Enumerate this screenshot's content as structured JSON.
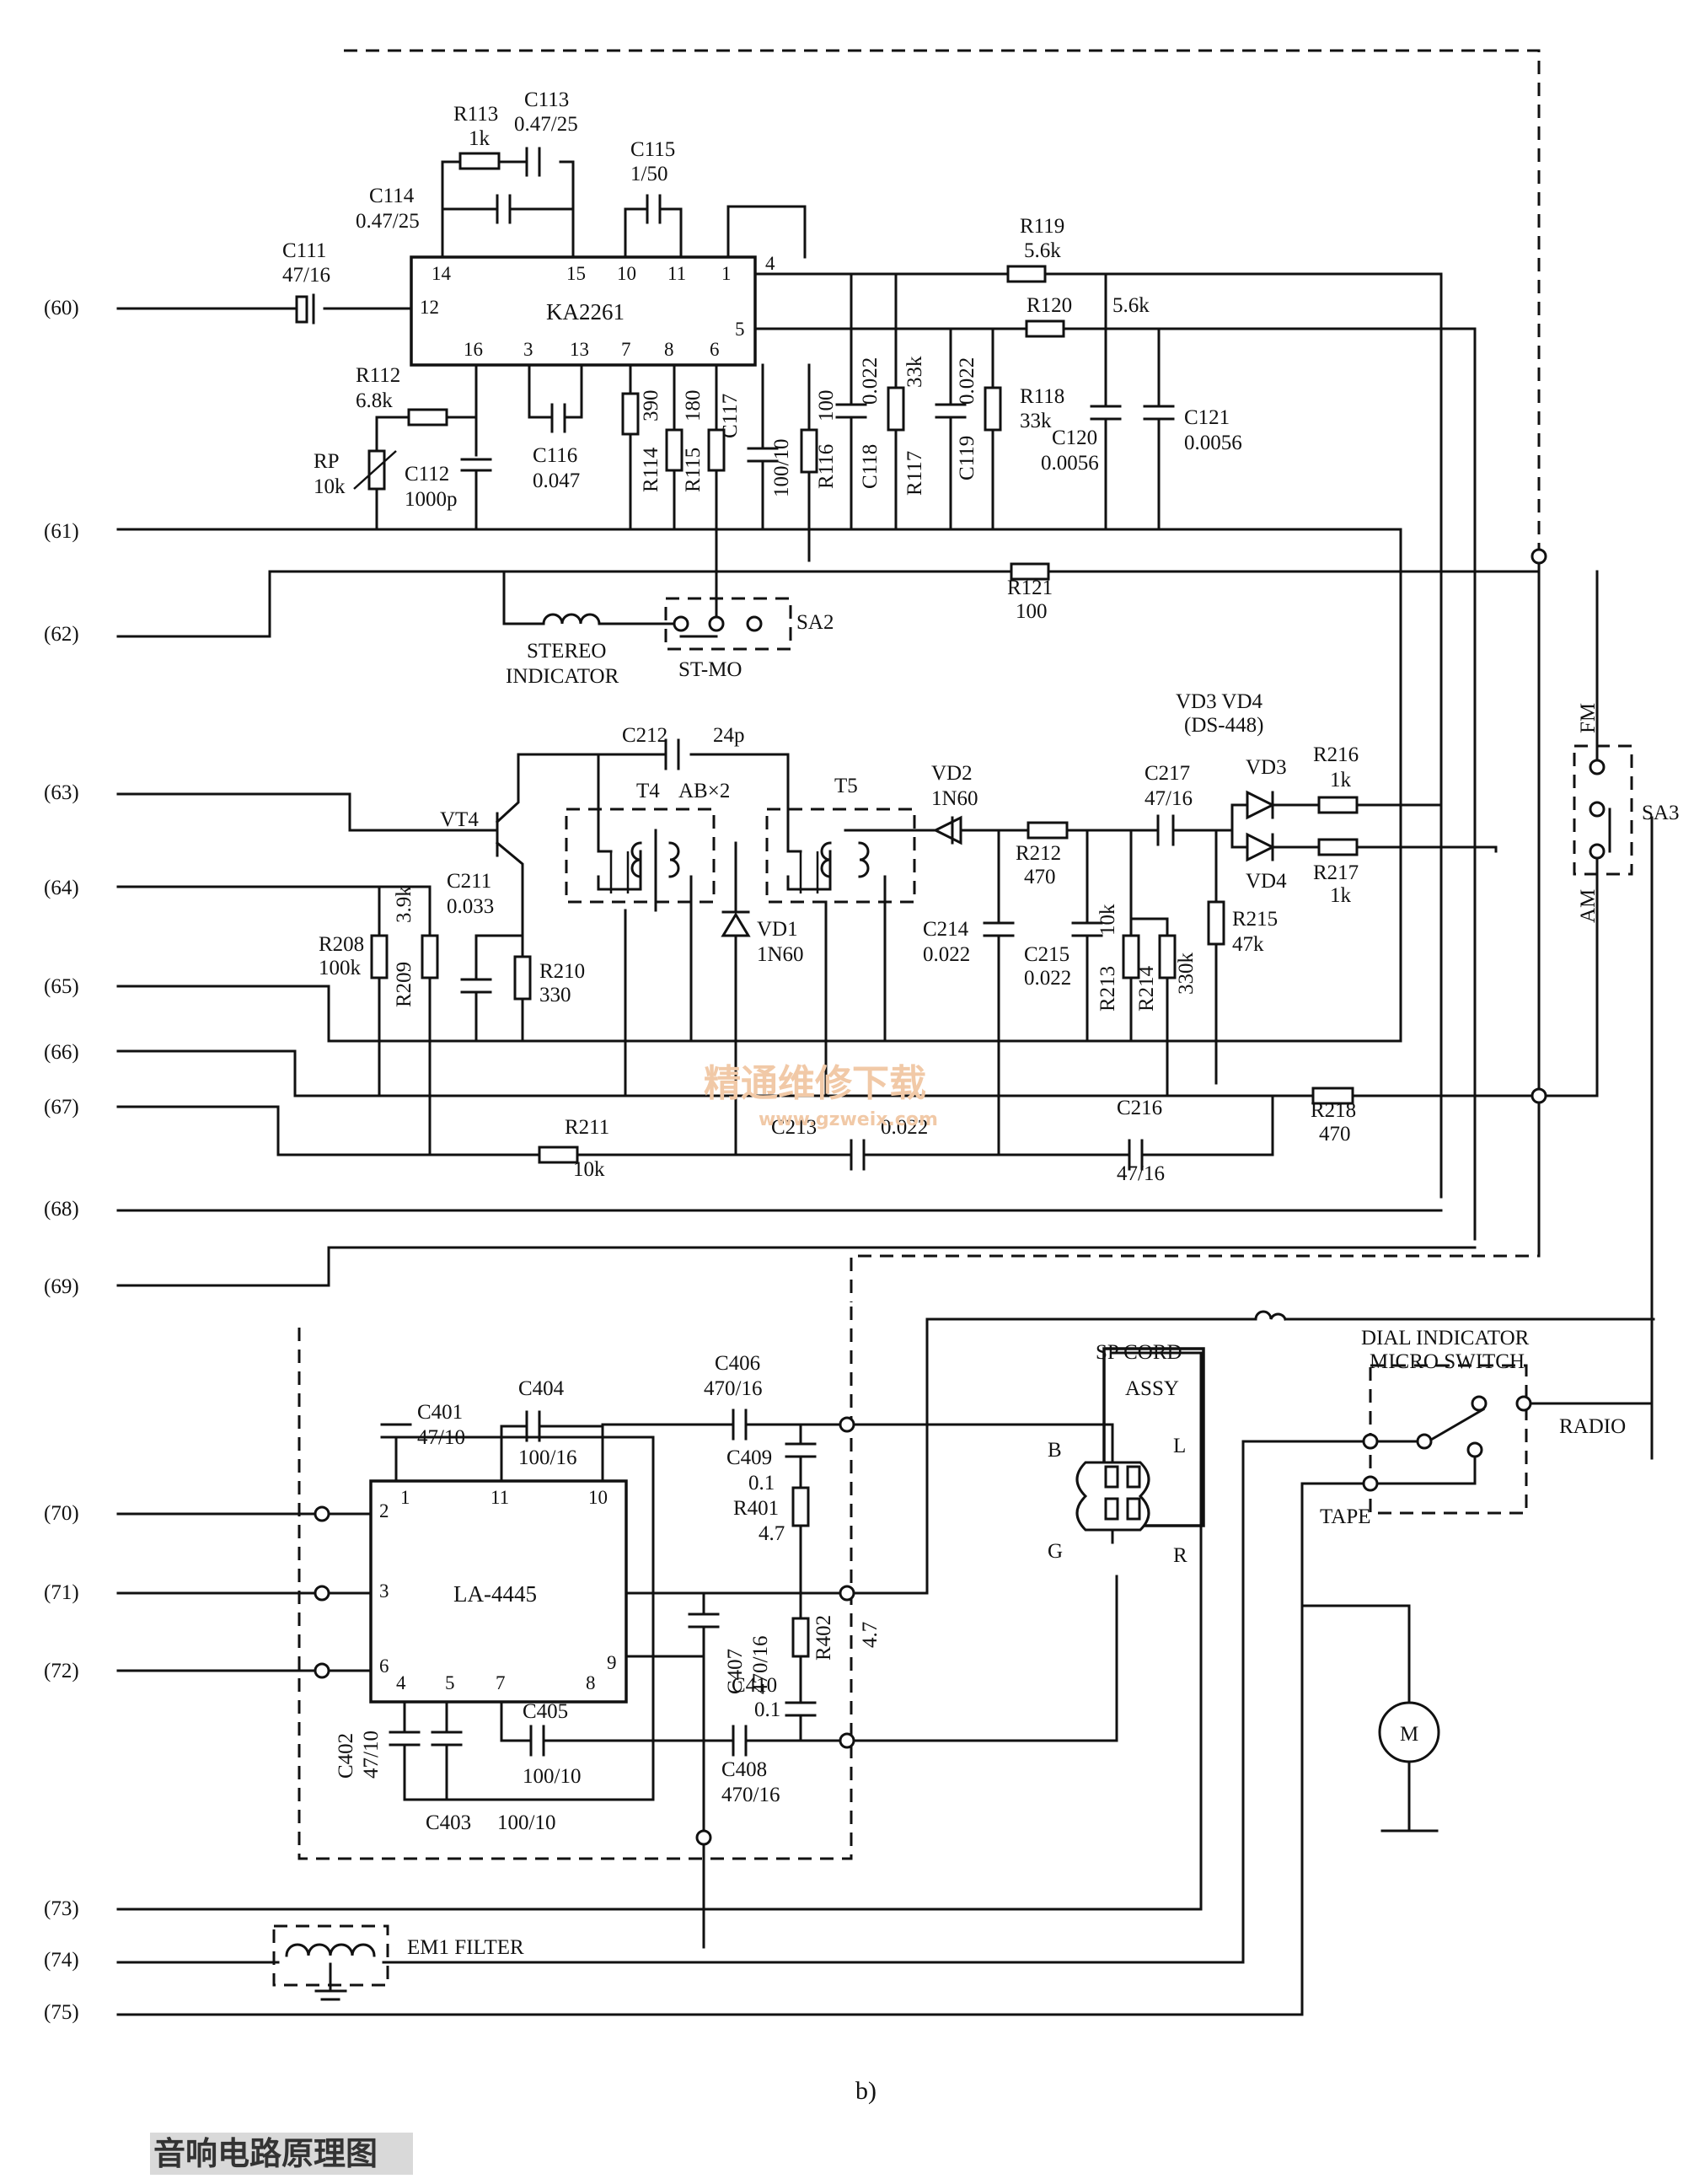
{
  "figure_label": "b)",
  "title_cn": "音响电路原理图",
  "watermark": {
    "text": "精通维修下载",
    "url": "www.gzweix.com"
  },
  "terminals": [
    "(60)",
    "(61)",
    "(62)",
    "(63)",
    "(64)",
    "(65)",
    "(66)",
    "(67)",
    "(68)",
    "(69)",
    "(70)",
    "(71)",
    "(72)",
    "(73)",
    "(74)",
    "(75)"
  ],
  "ics": {
    "ka2261": {
      "name": "KA2261",
      "pins_top": [
        "14",
        "15",
        "10",
        "11",
        "1"
      ],
      "pins_bottom": [
        "16",
        "3",
        "13",
        "7",
        "8",
        "6"
      ],
      "pin_left": "12",
      "pins_right": [
        "4",
        "5"
      ]
    },
    "la4445": {
      "name": "LA-4445",
      "pins_top": [
        "1",
        "11",
        "10"
      ],
      "pins_left": [
        "2",
        "3",
        "6"
      ],
      "pins_bottom": [
        "4",
        "5",
        "7",
        "8"
      ],
      "pin_right": "9"
    }
  },
  "components": {
    "R113": [
      "R113",
      "1k"
    ],
    "C113": [
      "C113",
      "0.47/25"
    ],
    "C114": [
      "C114",
      "0.47/25"
    ],
    "C115": [
      "C115",
      "1/50"
    ],
    "C111": [
      "C111",
      "47/16"
    ],
    "R119": [
      "R119",
      "5.6k"
    ],
    "R120": [
      "R120",
      "5.6k"
    ],
    "R112": [
      "R112",
      "6.8k"
    ],
    "RP": [
      "RP",
      "10k"
    ],
    "C112": [
      "C112",
      "1000p"
    ],
    "C116": [
      "C116",
      "0.047"
    ],
    "R114": [
      "R114",
      "390"
    ],
    "R115": [
      "R115",
      "180"
    ],
    "C117": [
      "C117",
      "100/10"
    ],
    "R116": [
      "R116",
      "100"
    ],
    "C118": [
      "C118",
      "0.022"
    ],
    "R117": [
      "R117",
      "33k"
    ],
    "C119": [
      "C119",
      "0.022"
    ],
    "R118": [
      "R118",
      "33k"
    ],
    "C120": [
      "C120",
      "0.0056"
    ],
    "C121": [
      "C121",
      "0.0056"
    ],
    "R121": [
      "R121",
      "100"
    ],
    "SA2": "SA2",
    "ST_MO": "ST-MO",
    "stereo_indicator": [
      "STEREO",
      "INDICATOR"
    ],
    "C212": [
      "C212",
      "24p"
    ],
    "T4": [
      "T4",
      "AB×2"
    ],
    "T5": "T5",
    "VT4": "VT4",
    "VD2": [
      "VD2",
      "1N60"
    ],
    "VD1": [
      "VD1",
      "1N60"
    ],
    "VD34": [
      "VD3 VD4",
      "(DS-448)"
    ],
    "VD3": "VD3",
    "VD4": "VD4",
    "C217": [
      "C217",
      "47/16"
    ],
    "R216": [
      "R216",
      "1k"
    ],
    "R217": [
      "R217",
      "1k"
    ],
    "R212": [
      "R212",
      "470"
    ],
    "C211": [
      "C211",
      "0.033"
    ],
    "R208": [
      "R208",
      "100k"
    ],
    "R209": [
      "R209",
      "3.9k"
    ],
    "R210": [
      "R210",
      "330"
    ],
    "C214": [
      "C214",
      "0.022"
    ],
    "C215": [
      "C215",
      "0.022"
    ],
    "R213": [
      "R213",
      "10k"
    ],
    "R214": [
      "R214",
      "330k"
    ],
    "R215": [
      "R215",
      "47k"
    ],
    "R218": [
      "R218",
      "470"
    ],
    "R211": [
      "R211",
      "10k"
    ],
    "C213": [
      "C213",
      "0.022"
    ],
    "C216": [
      "C216",
      "47/16"
    ],
    "SA3": "SA3",
    "FM": "FM",
    "AM": "AM",
    "C401": [
      "C401",
      "47/10"
    ],
    "C404": [
      "C404",
      "100/16"
    ],
    "C406": [
      "C406",
      "470/16"
    ],
    "C409": [
      "C409",
      "0.1"
    ],
    "R401": [
      "R401",
      "4.7"
    ],
    "C407": [
      "C407",
      "470/16"
    ],
    "R402": [
      "R402",
      "4.7"
    ],
    "C410": [
      "C410",
      "0.1"
    ],
    "C408": [
      "C408",
      "470/16"
    ],
    "C402": [
      "C402",
      "47/10"
    ],
    "C403": [
      "C403",
      "100/10"
    ],
    "C405": [
      "C405",
      "100/10"
    ],
    "sp_cord": [
      "SP CORD",
      "ASSY"
    ],
    "sp_pins": {
      "b": "B",
      "l": "L",
      "g": "G",
      "r": "R"
    },
    "dial_switch": [
      "DIAL INDICATOR",
      "MICRO SWITCH"
    ],
    "radio": "RADIO",
    "tape": "TAPE",
    "motor": "M",
    "emi_filter": "EM1 FILTER"
  }
}
